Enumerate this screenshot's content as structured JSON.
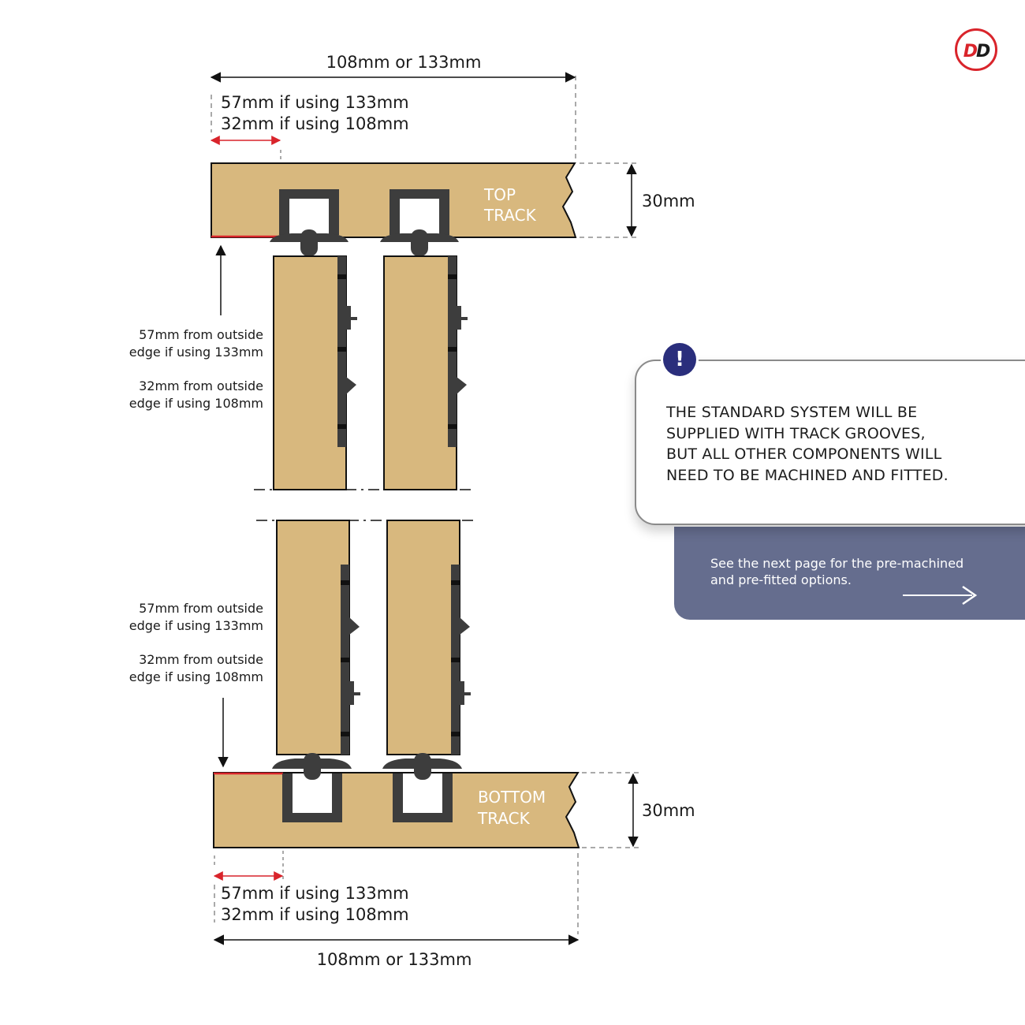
{
  "logo": {
    "text": "DD",
    "colors": [
      "#d9242b",
      "#1c1c1c"
    ]
  },
  "dimensions": {
    "top_width": "108mm or 133mm",
    "top_offset_line1": "57mm if using 133mm",
    "top_offset_line2": "32mm if using 108mm",
    "top_thickness": "30mm",
    "bottom_thickness": "30mm",
    "bottom_offset_line1": "57mm if using 133mm",
    "bottom_offset_line2": "32mm if using 108mm",
    "bottom_width": "108mm or 133mm"
  },
  "tracks": {
    "top_line1": "TOP",
    "top_line2": "TRACK",
    "bottom_line1": "BOTTOM",
    "bottom_line2": "TRACK"
  },
  "notes": {
    "upper": {
      "a1": "57mm from outside",
      "a2": "edge if using 133mm",
      "b1": "32mm from outside",
      "b2": "edge if using 108mm"
    },
    "lower": {
      "a1": "57mm from outside",
      "a2": "edge if using 133mm",
      "b1": "32mm from outside",
      "b2": "edge if using 108mm"
    }
  },
  "callout": {
    "icon": "exclamation-icon",
    "lines": [
      "THE STANDARD SYSTEM WILL BE",
      "SUPPLIED WITH TRACK GROOVES,",
      "BUT ALL OTHER COMPONENTS WILL",
      "NEED TO BE MACHINED AND FITTED."
    ]
  },
  "next_page": {
    "line1": "See the next page for the pre-machined",
    "line2": "and pre-fitted options.",
    "icon": "right-arrow-icon"
  },
  "colors": {
    "wood": "#d8b87e",
    "hardware": "#3d3d3d",
    "accent_red": "#d9242b",
    "callout_icon": "#2a2e7c",
    "next_box": "#656d8e"
  }
}
